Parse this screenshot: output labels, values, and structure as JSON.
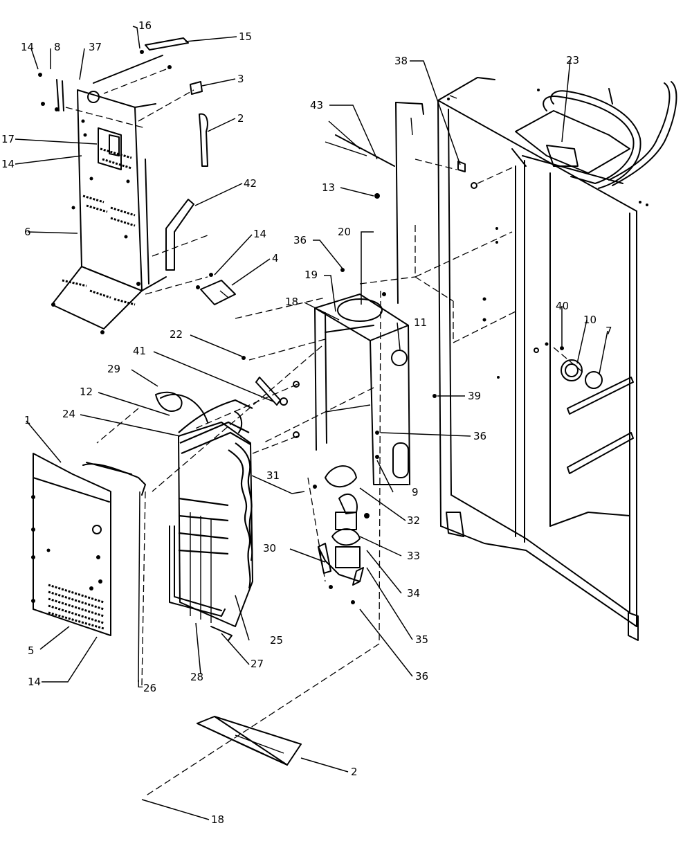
{
  "diagram": {
    "labels": {
      "l1": "1",
      "l2a": "2",
      "l2b": "2",
      "l3": "3",
      "l4": "4",
      "l5": "5",
      "l6": "6",
      "l7": "7",
      "l8": "8",
      "l9": "9",
      "l10": "10",
      "l11": "11",
      "l12": "12",
      "l13": "13",
      "l14a": "14",
      "l14b": "14",
      "l14c": "14",
      "l14d": "14",
      "l15": "15",
      "l16": "16",
      "l17": "17",
      "l18a": "18",
      "l18b": "18",
      "l19": "19",
      "l20": "20",
      "l22": "22",
      "l23": "23",
      "l24": "24",
      "l25": "25",
      "l26": "26",
      "l27": "27",
      "l28": "28",
      "l29": "29",
      "l30": "30",
      "l31": "31",
      "l32": "32",
      "l33": "33",
      "l34": "34",
      "l35": "35",
      "l36a": "36",
      "l36b": "36",
      "l36c": "36",
      "l37": "37",
      "l38": "38",
      "l39": "39",
      "l40": "40",
      "l41": "41",
      "l42": "42",
      "l43": "43"
    }
  }
}
